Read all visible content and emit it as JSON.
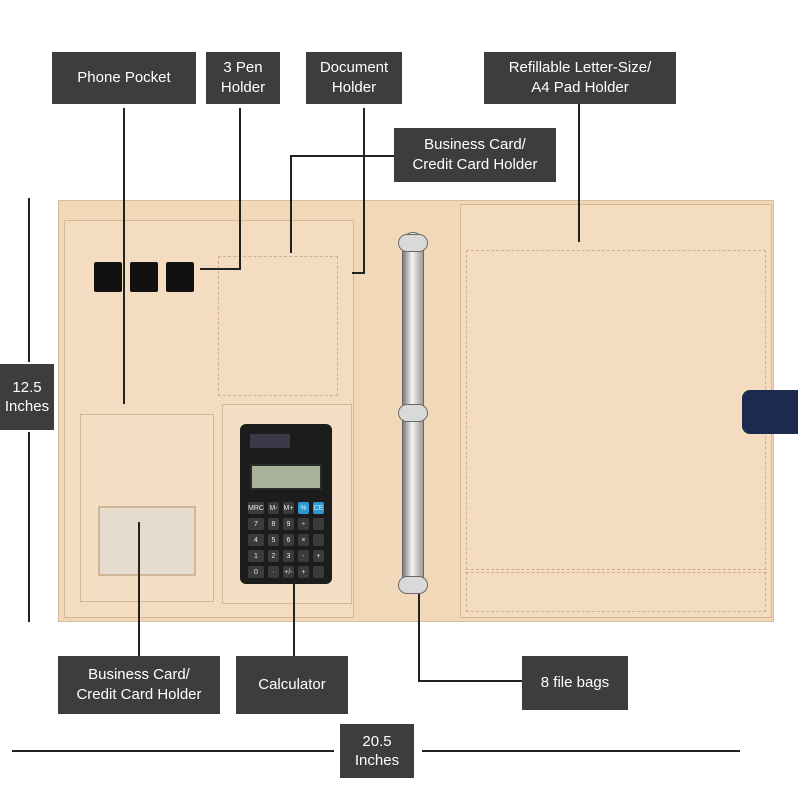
{
  "labels": {
    "phone_pocket": "Phone Pocket",
    "pen_holder": "3 Pen\nHolder",
    "document_holder": "Document\nHolder",
    "pad_holder": "Refillable Letter-Size/\nA4 Pad Holder",
    "business_card_top": "Business Card/\nCredit Card Holder",
    "business_card_bottom": "Business Card/\nCredit Card Holder",
    "calculator": "Calculator",
    "file_bags": "8 file bags",
    "height_dim": "12.5\nInches",
    "width_dim": "20.5\nInches"
  },
  "calculator_keys": [
    "MRC",
    "M-",
    "M+",
    "%",
    "CE",
    "7",
    "8",
    "9",
    "÷",
    "",
    "4",
    "5",
    "6",
    "×",
    "",
    "1",
    "2",
    "3",
    "-",
    "+",
    "0",
    "·",
    "+/-",
    "+",
    ""
  ],
  "colors": {
    "label_bg": "#3d3d3d",
    "folio_tan": "#f0d8b8",
    "clasp_navy": "#1b2a4e",
    "calc_blue_key": "#2a9ad6"
  }
}
